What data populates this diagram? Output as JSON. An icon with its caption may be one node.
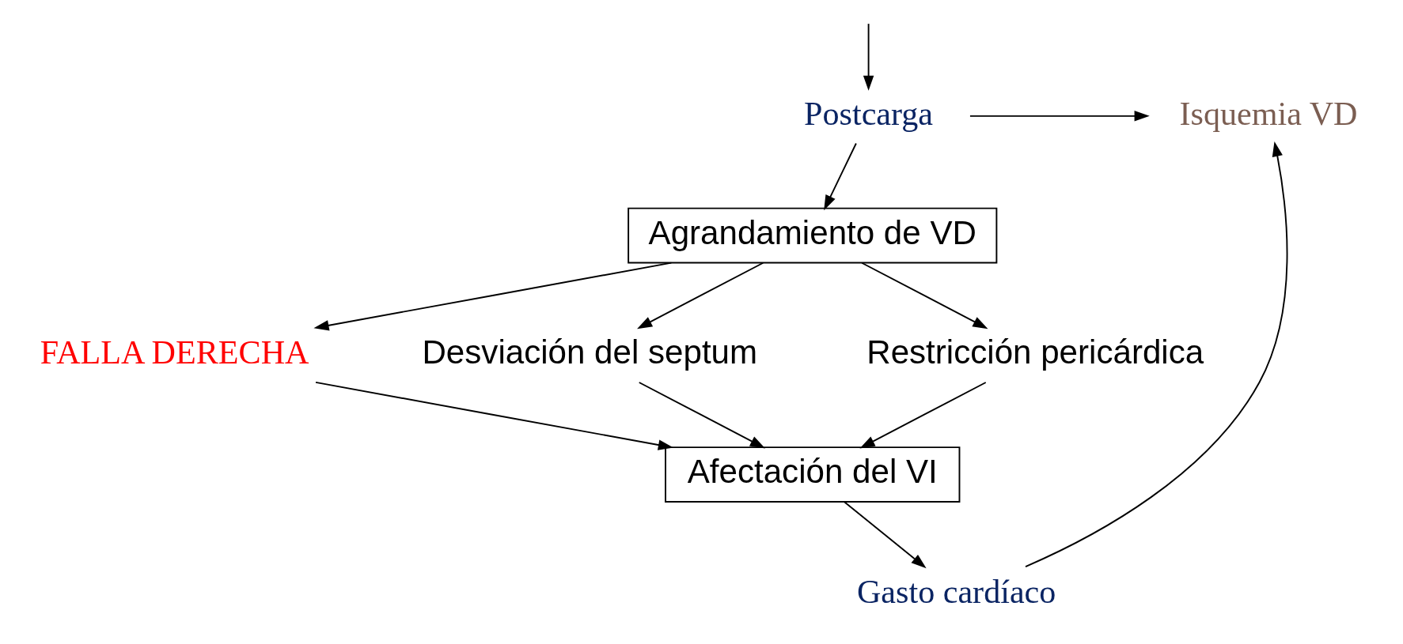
{
  "diagram": {
    "nodes": [
      {
        "text": [
          "Postcarga"
        ]
      },
      {
        "text": [
          "Isquemia VD"
        ]
      },
      {
        "text": [
          "Agrandamiento de VD"
        ]
      },
      {
        "text": [
          "FALLA DERECHA"
        ]
      },
      {
        "text": [
          "Desviación del septum"
        ]
      },
      {
        "text": [
          "Restricción pericárdica"
        ]
      },
      {
        "text": [
          "Gasto cardíaco"
        ]
      },
      {
        "text": [
          "Afectación del VI"
        ]
      }
    ],
    "edges": [
      {
        "from": null,
        "to": 0,
        "arrow": "to"
      },
      {
        "from": 0,
        "to": 1,
        "arrow": "to"
      },
      {
        "from": 0,
        "to": 2,
        "arrow": "to"
      },
      {
        "from": 2,
        "to": 3,
        "arrow": "to"
      },
      {
        "from": 2,
        "to": 5,
        "arrow": "to"
      },
      {
        "from": 2,
        "to": 4,
        "arrow": "to"
      },
      {
        "from": 4,
        "to": 7,
        "arrow": "to"
      },
      {
        "from": 5,
        "to": 7,
        "arrow": "to"
      },
      {
        "from": 3,
        "to": 7,
        "arrow": "to"
      },
      {
        "from": 7,
        "to": 6,
        "arrow": "to"
      },
      {
        "from": 6,
        "to": 1,
        "arrow": "to"
      }
    ]
  }
}
